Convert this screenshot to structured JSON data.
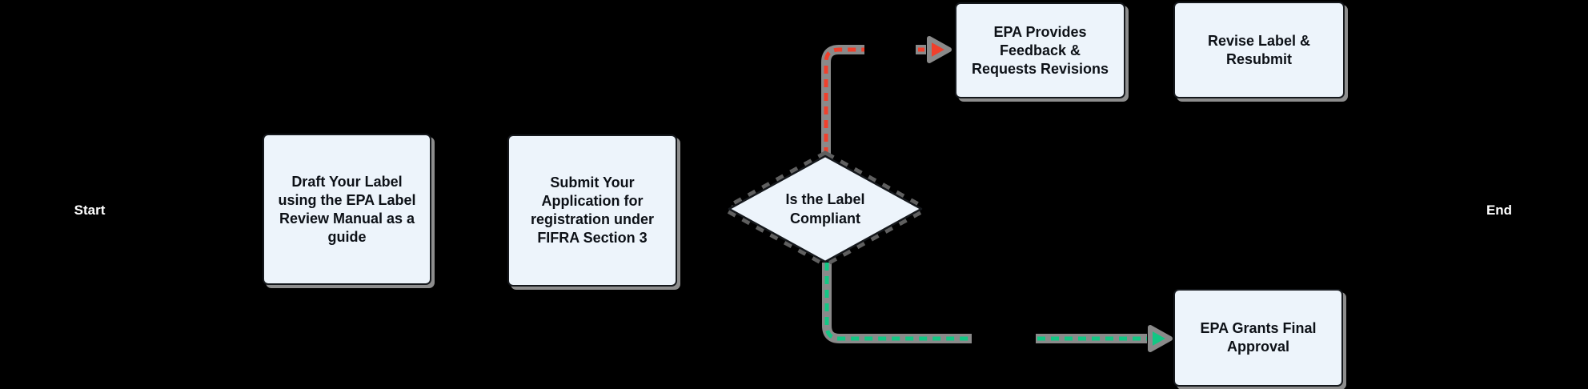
{
  "flowchart": {
    "start_label": "Start",
    "end_label": "End",
    "nodes": {
      "draft": {
        "label": "Draft Your Label using the EPA Label Review Manual as a guide",
        "shape": "rect"
      },
      "submit": {
        "label": "Submit Your Application for registration under FIFRA Section 3",
        "shape": "rect"
      },
      "decision": {
        "label": "Is the Label Compliant",
        "shape": "diamond"
      },
      "feedback": {
        "label": "EPA Provides Feedback & Requests Revisions",
        "shape": "rect"
      },
      "revise": {
        "label": "Revise Label & Resubmit",
        "shape": "rect"
      },
      "approval": {
        "label": "EPA Grants Final Approval",
        "shape": "rect"
      }
    },
    "edges": [
      {
        "from": "decision",
        "to": "feedback",
        "direction": "up-then-right",
        "style": "dashed",
        "color_key": "edge_no"
      },
      {
        "from": "decision",
        "to": "approval",
        "direction": "down-then-right",
        "style": "dashed",
        "color_key": "edge_yes"
      }
    ],
    "colors": {
      "background": "#000000",
      "node_fill": "#edf4fb",
      "node_border": "#15181c",
      "node_text": "#0d1117",
      "node_shadow": "#8d8d8d",
      "endpoint_text": "#ffffff",
      "edge_underlay": "#8a8a8a",
      "edge_no": "#f1402c",
      "edge_yes": "#12c784",
      "decision_outline": "#5f5f5f"
    }
  }
}
